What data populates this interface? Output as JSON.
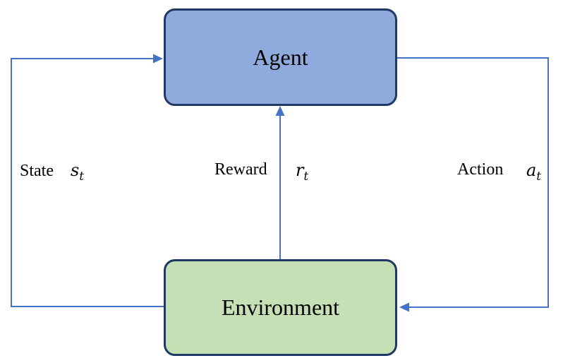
{
  "nodes": {
    "agent": {
      "label": "Agent"
    },
    "environment": {
      "label": "Environment"
    }
  },
  "edges": {
    "state": {
      "word": "State",
      "symbol": "s",
      "subscript": "t",
      "direction": "environment-to-agent"
    },
    "reward": {
      "word": "Reward",
      "symbol": "r",
      "subscript": "t",
      "direction": "environment-to-agent"
    },
    "action": {
      "word": "Action",
      "symbol": "a",
      "subscript": "t",
      "direction": "agent-to-environment"
    }
  },
  "colors": {
    "agent_fill": "#8FAADC",
    "environment_fill": "#C5E0B4",
    "box_border": "#1F3864",
    "arrow": "#4472C4",
    "text": "#000000",
    "background": "#FFFFFF"
  }
}
